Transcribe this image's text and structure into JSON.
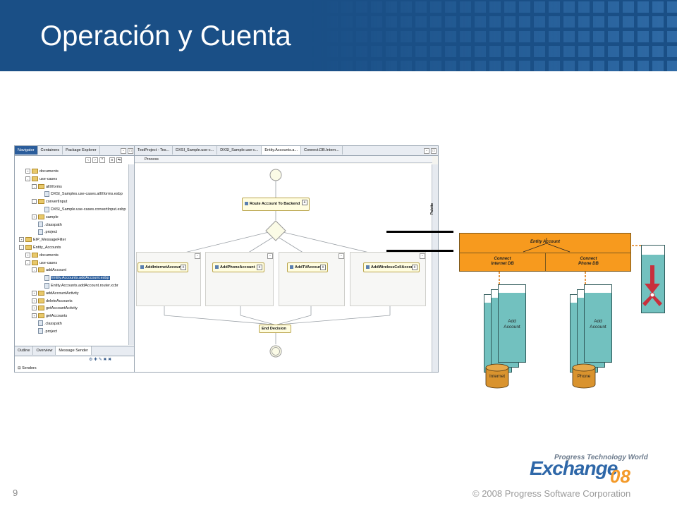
{
  "slide": {
    "title": "Operación y Cuenta",
    "page_number": "9",
    "copyright": "© 2008 Progress Software Corporation",
    "logo": {
      "tagline": "Progress Technology World",
      "word": "Exchange",
      "year": "08"
    }
  },
  "ide": {
    "left_tabs": [
      "Navigator",
      "Containers",
      "Package Explorer"
    ],
    "editor_tabs": [
      "TestProject - Tes...",
      "DXSI_Sample.use-c...",
      "DXSI_Sample.use-c...",
      "Entity.Accounts.a...",
      "Connect.DB.Intern..."
    ],
    "tree": [
      {
        "label": "documents",
        "depth": 1,
        "kind": "folder",
        "exp": "+"
      },
      {
        "label": "use-cases",
        "depth": 1,
        "kind": "folder",
        "exp": "-"
      },
      {
        "label": "allXforms",
        "depth": 2,
        "kind": "folder",
        "exp": "-"
      },
      {
        "label": "DXSI_Samples.use-cases.allXforms.esbp",
        "depth": 3,
        "kind": "file",
        "exp": ""
      },
      {
        "label": "convertInput",
        "depth": 2,
        "kind": "folder",
        "exp": "-"
      },
      {
        "label": "DXSI_Sample.use-cases.convertInput.esbp",
        "depth": 3,
        "kind": "file",
        "exp": ""
      },
      {
        "label": "sample",
        "depth": 2,
        "kind": "folder",
        "exp": "+"
      },
      {
        "label": ".classpath",
        "depth": 2,
        "kind": "file",
        "exp": ""
      },
      {
        "label": ".project",
        "depth": 2,
        "kind": "file",
        "exp": ""
      },
      {
        "label": "EIP_MessageFilter",
        "depth": 0,
        "kind": "folder",
        "exp": "+"
      },
      {
        "label": "Entity_Accounts",
        "depth": 0,
        "kind": "folder",
        "exp": "-"
      },
      {
        "label": "documents",
        "depth": 1,
        "kind": "folder",
        "exp": "+"
      },
      {
        "label": "use-cases",
        "depth": 1,
        "kind": "folder",
        "exp": "-"
      },
      {
        "label": "addAccount",
        "depth": 2,
        "kind": "folder",
        "exp": "-"
      },
      {
        "label": "Entity.Accounts.addAccount.esbp",
        "depth": 3,
        "kind": "file",
        "exp": "",
        "selected": true
      },
      {
        "label": "Entity.Accounts.addAccount.router.xcbr",
        "depth": 3,
        "kind": "file",
        "exp": ""
      },
      {
        "label": "addAccountActivity",
        "depth": 2,
        "kind": "folder",
        "exp": "+"
      },
      {
        "label": "deleteAccounts",
        "depth": 2,
        "kind": "folder",
        "exp": "+"
      },
      {
        "label": "getAccountActivity",
        "depth": 2,
        "kind": "folder",
        "exp": "+"
      },
      {
        "label": "getAccounts",
        "depth": 2,
        "kind": "folder",
        "exp": "+"
      },
      {
        "label": ".classpath",
        "depth": 2,
        "kind": "file",
        "exp": ""
      },
      {
        "label": ".project",
        "depth": 2,
        "kind": "file",
        "exp": ""
      }
    ],
    "bottom_tabs": [
      "Outline",
      "Overview",
      "Message Sender"
    ],
    "bottom_item": "Senders",
    "process_tab": "Process",
    "palette": "Palette",
    "nodes": {
      "route": "Route Account To Backend",
      "internet": "AddInternetAccount",
      "phone": "AddPhoneAccount",
      "tv": "AddTVAccount",
      "wireless": "AddWirelessCellAccount",
      "end": "End Decision"
    }
  },
  "diagram": {
    "bus_label": "Entity Account",
    "connect_internet": "Connect\nInternet DB",
    "connect_phone": "Connect\nPhone DB",
    "card_label": "Add\nAccount",
    "db_internet": "Internet",
    "db_phone": "Phone",
    "colors": {
      "bus": "#f79a1e",
      "card": "#72c1bf",
      "db": "#d9932e",
      "accent": "#c8303c"
    }
  }
}
